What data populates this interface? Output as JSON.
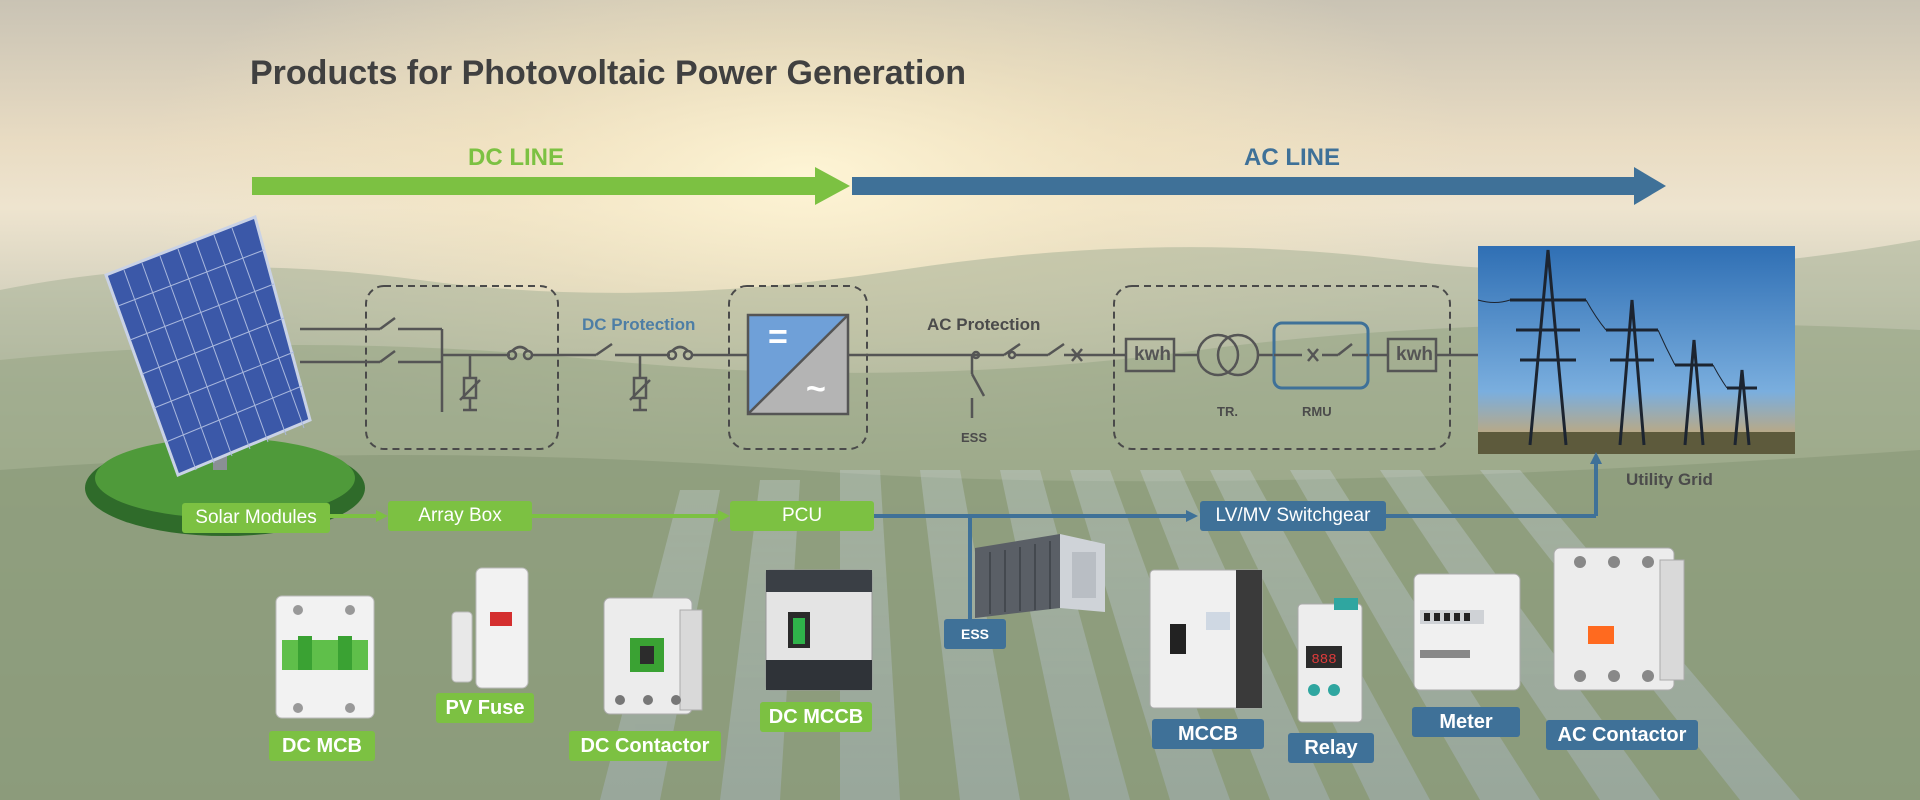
{
  "title": "Products for Photovoltaic Power Generation",
  "lines": {
    "dc": "DC LINE",
    "ac": "AC LINE"
  },
  "diagram": {
    "dc_protection": "DC Protection",
    "ac_protection": "AC Protection",
    "ess": "ESS",
    "tr": "TR.",
    "rmu": "RMU",
    "kwh_1": "kwh",
    "kwh_2": "kwh",
    "utility_grid": "Utility Grid",
    "inverter_dc_symbol": "=",
    "inverter_ac_symbol": "~"
  },
  "flow": {
    "solar_modules": "Solar Modules",
    "array_box": "Array Box",
    "pcu": "PCU",
    "switchgear": "LV/MV Switchgear",
    "ess": "ESS"
  },
  "products": {
    "dc_mcb": "DC MCB",
    "pv_fuse": "PV Fuse",
    "dc_contactor": "DC Contactor",
    "dc_mccb": "DC MCCB",
    "mccb": "MCCB",
    "relay": "Relay",
    "meter": "Meter",
    "ac_contactor": "AC Contactor"
  },
  "colors": {
    "dc_green": "#7cc142",
    "ac_blue": "#3f7198",
    "line_gray": "#555555"
  }
}
